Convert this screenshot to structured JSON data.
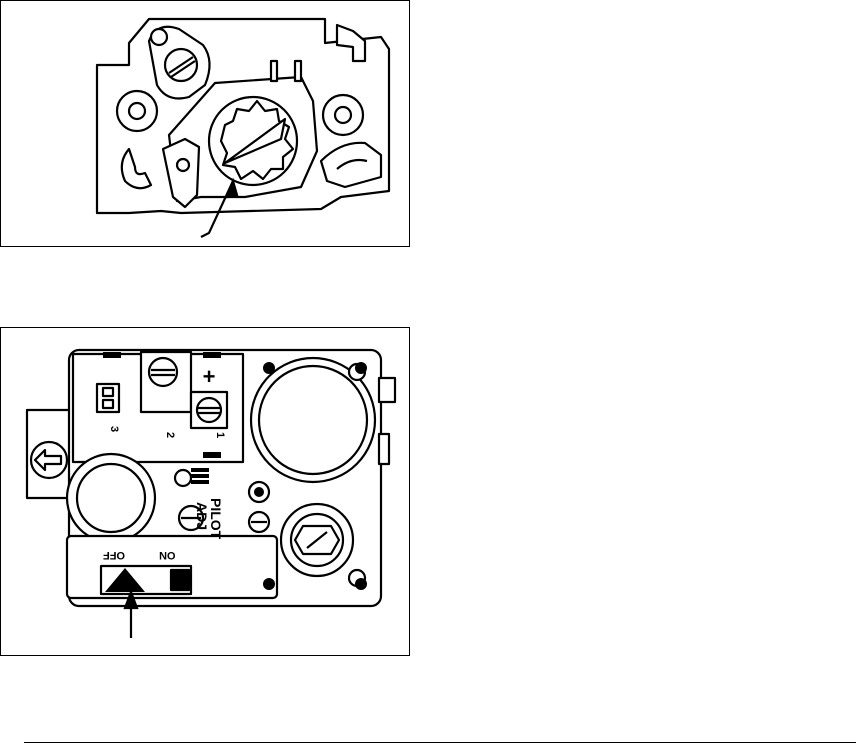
{
  "figure_2": {
    "labels": {
      "pilot": "PILOT",
      "adj": "ADJ",
      "off": "OFF",
      "on": "ON",
      "plus": "+",
      "terminal_3": "3",
      "terminal_2": "2",
      "terminal_1": "1"
    }
  }
}
